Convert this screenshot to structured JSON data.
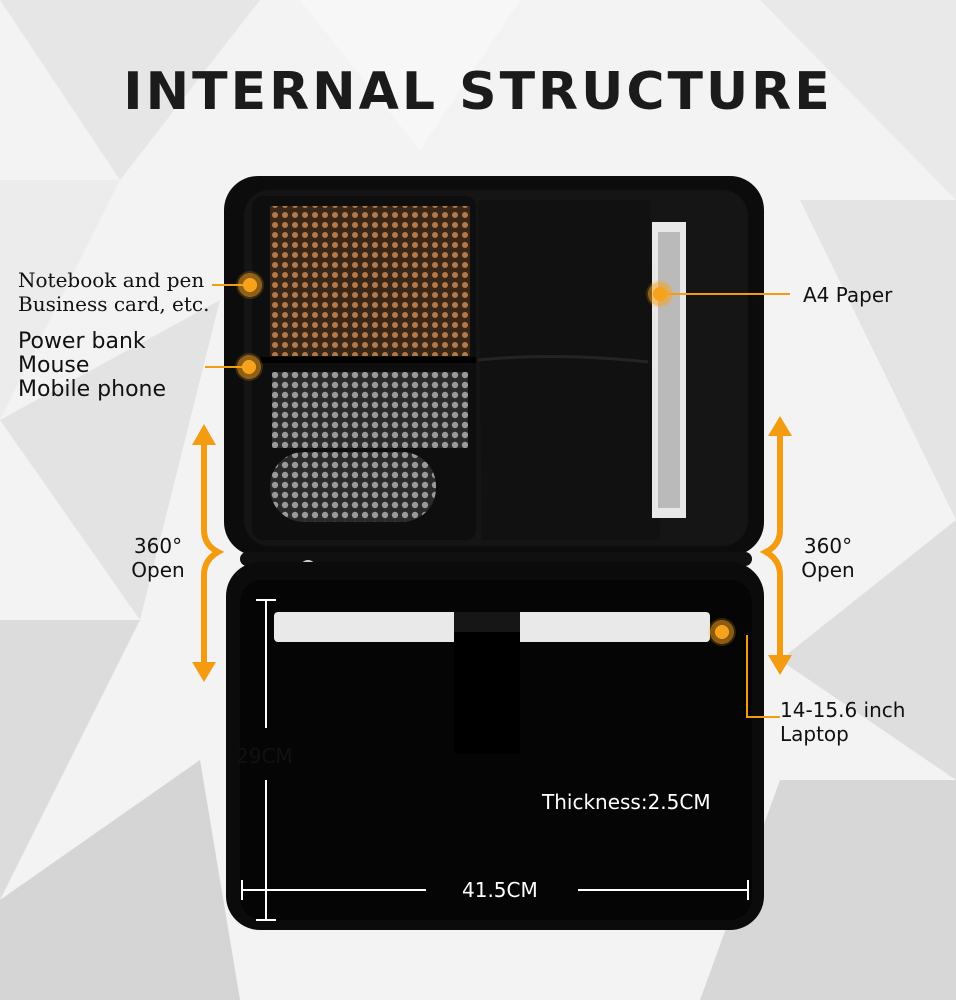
{
  "title": "INTERNAL STRUCTURE",
  "callouts": {
    "notebook": "Notebook and pen\nBusiness card, etc.",
    "power": "Power bank\nMouse\nMobile phone",
    "a4": "A4 Paper",
    "open_left": "360°\nOpen",
    "open_right": "360°\nOpen",
    "laptop": "14-15.6 inch\nLaptop"
  },
  "dimensions": {
    "height": "29CM",
    "width": "41.5CM",
    "thickness": "Thickness:2.5CM"
  },
  "colors": {
    "accent": "#f39c12",
    "case": "#0b0b0b",
    "background": "#f1f1f1"
  }
}
